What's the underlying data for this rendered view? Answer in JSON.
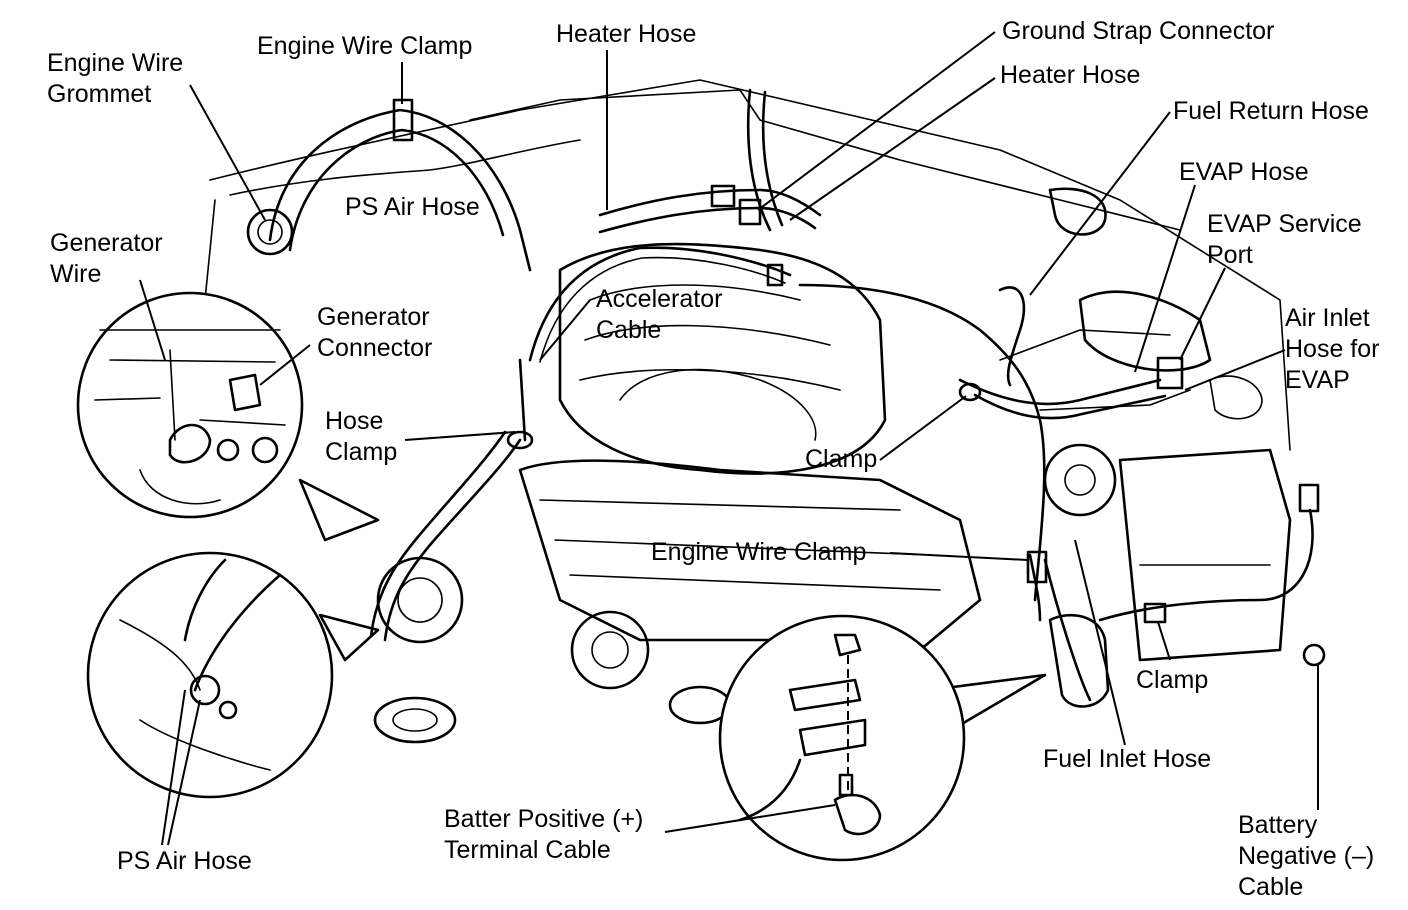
{
  "labels": {
    "engine_wire_grommet": [
      "Engine Wire",
      "Grommet"
    ],
    "engine_wire_clamp_top": "Engine Wire Clamp",
    "heater_hose_top": "Heater Hose",
    "ground_strap_connector": "Ground Strap Connector",
    "heater_hose_right": "Heater Hose",
    "fuel_return_hose": "Fuel Return Hose",
    "evap_hose": "EVAP Hose",
    "evap_service_port": [
      "EVAP Service",
      "Port"
    ],
    "air_inlet_hose": [
      "Air Inlet",
      "Hose for",
      "EVAP"
    ],
    "ps_air_hose_top": "PS Air Hose",
    "generator_wire": [
      "Generator",
      "Wire"
    ],
    "generator_connector": [
      "Generator",
      "Connector"
    ],
    "accelerator_cable": [
      "Accelerator",
      "Cable"
    ],
    "hose_clamp": [
      "Hose",
      "Clamp"
    ],
    "clamp_center": "Clamp",
    "engine_wire_clamp_mid": "Engine Wire Clamp",
    "clamp_right": "Clamp",
    "fuel_inlet_hose": "Fuel Inlet Hose",
    "battery_positive": [
      "Batter Positive (+)",
      "Terminal Cable"
    ],
    "ps_air_hose_bottom": "PS Air Hose",
    "battery_negative": [
      "Battery",
      "Negative (–)",
      "Cable"
    ]
  }
}
